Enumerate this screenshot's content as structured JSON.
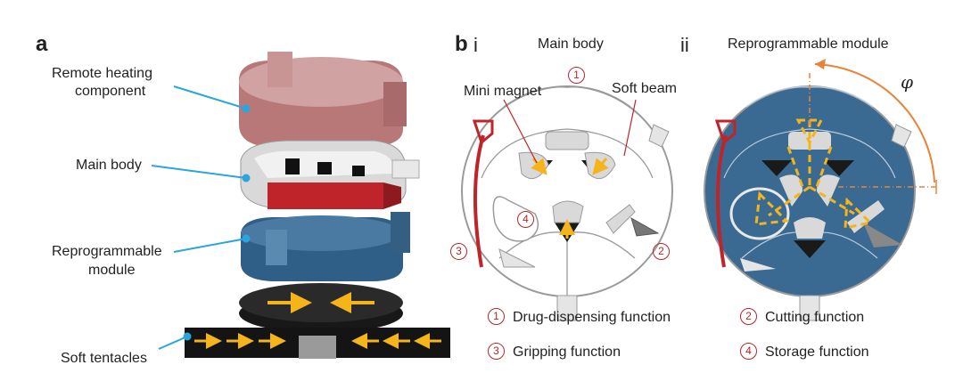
{
  "panel_a": {
    "letter": "a",
    "labels": {
      "remote_heating_line1": "Remote heating",
      "remote_heating_line2": "component",
      "main_body": "Main body",
      "reprogrammable_line1": "Reprogrammable",
      "reprogrammable_line2": "module",
      "soft_tentacles": "Soft tentacles"
    }
  },
  "panel_b": {
    "letter": "b",
    "sub_i": "i",
    "sub_ii": "ii",
    "title_i": "Main body",
    "title_ii": "Reprogrammable module",
    "mini_magnet": "Mini magnet",
    "soft_beam": "Soft beam",
    "angle_symbol": "φ",
    "markers": {
      "m1": "1",
      "m2": "2",
      "m3": "3",
      "m4": "4"
    }
  },
  "legend": {
    "items": [
      {
        "num": "1",
        "text": "Drug-dispensing function"
      },
      {
        "num": "2",
        "text": "Cutting function"
      },
      {
        "num": "3",
        "text": "Gripping function"
      },
      {
        "num": "4",
        "text": "Storage function"
      }
    ]
  },
  "colors": {
    "heating": "#c48a8a",
    "module_blue": "#3c6d94",
    "accent_red": "#c0242b",
    "arrow_yellow": "#f5b41a",
    "leader_blue": "#2aa6de",
    "angle_orange": "#e8833a",
    "marker_red": "#b3282d"
  }
}
